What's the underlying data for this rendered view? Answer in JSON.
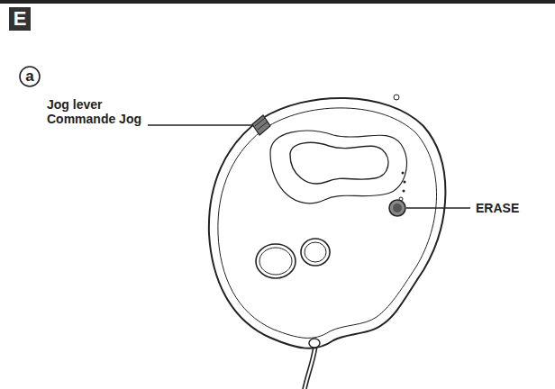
{
  "diagram": {
    "labels": [
      "E",
      "a",
      "Jog lever",
      "Commande Jog",
      "ERASE"
    ]
  }
}
